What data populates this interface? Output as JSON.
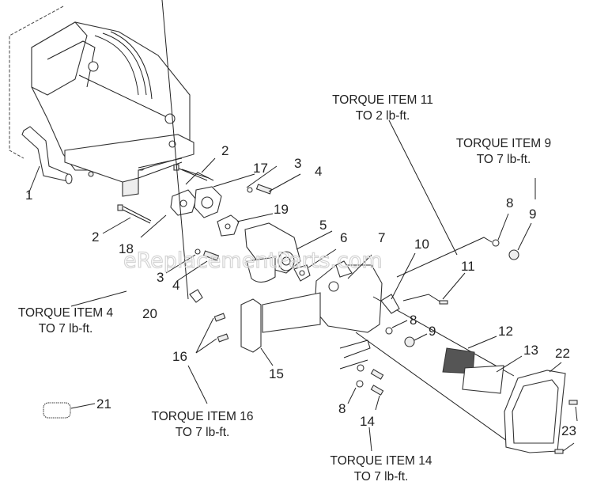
{
  "diagram": {
    "watermark": "eReplacementParts.com",
    "callouts": {
      "c1": "1",
      "c2a": "2",
      "c2b": "2",
      "c3a": "3",
      "c3b": "3",
      "c4a": "4",
      "c4b": "4",
      "c5": "5",
      "c6": "6",
      "c7": "7",
      "c8a": "8",
      "c8b": "8",
      "c8c": "8",
      "c9a": "9",
      "c9b": "9",
      "c10": "10",
      "c11": "11",
      "c12": "12",
      "c13": "13",
      "c14": "14",
      "c15": "15",
      "c16": "16",
      "c17": "17",
      "c18": "18",
      "c19": "19",
      "c20": "20",
      "c21": "21",
      "c22": "22",
      "c23": "23"
    },
    "torque_notes": [
      {
        "line1": "TORQUE ITEM 11",
        "line2": "TO 2 lb-ft."
      },
      {
        "line1": "TORQUE ITEM 9",
        "line2": "TO 7 lb-ft."
      },
      {
        "line1": "TORQUE ITEM 4",
        "line2": "TO 7 lb-ft."
      },
      {
        "line1": "TORQUE ITEM 16",
        "line2": "TO 7 lb-ft."
      },
      {
        "line1": "TORQUE ITEM 14",
        "line2": "TO 7 lb-ft."
      }
    ]
  }
}
